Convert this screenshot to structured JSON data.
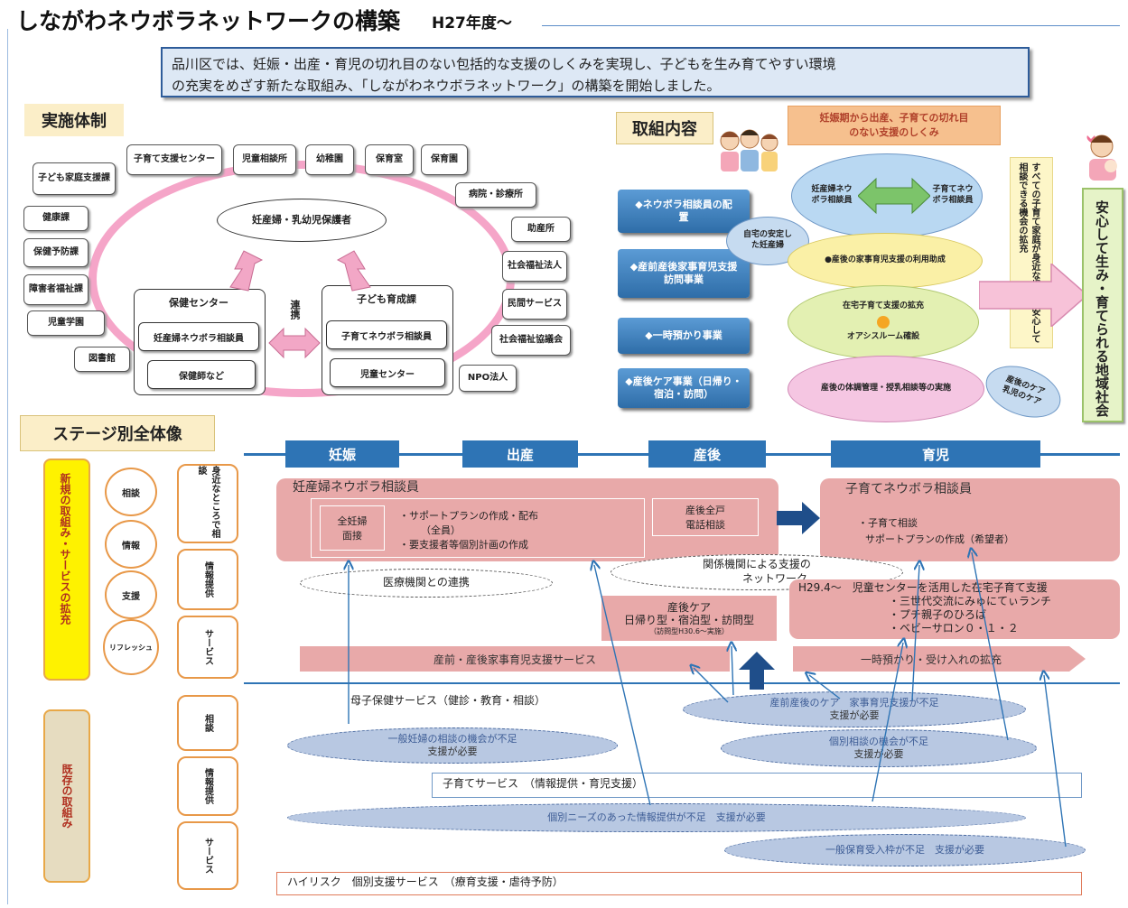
{
  "title": {
    "main": "しながわネウボラネットワークの構築",
    "sub": "H27年度～"
  },
  "intro": [
    "品川区では、妊娠・出産・育児の切れ目のない包括的な支援のしくみを実現し、子どもを生み育てやすい環境",
    "の充実をめざす新たな取組み、「しながわネウボラネットワーク」の構築を開始しました。"
  ],
  "sections": {
    "implementation": "実施体制",
    "content": "取組内容",
    "stage": "ステージ別全体像"
  },
  "implementation": {
    "center": "妊産婦・乳幼児保護者",
    "left_orgs": [
      "子ども家庭支援課",
      "健康課",
      "保健予防課",
      "障害者福祉課",
      "児童学園",
      "図書館"
    ],
    "top_orgs": [
      "子育て支援センター",
      "児童相談所",
      "幼稚園",
      "保育室",
      "保育園"
    ],
    "right_orgs": [
      "病院・診療所",
      "助産所",
      "社会福祉法人",
      "民間サービス",
      "社会福祉協議会",
      "NPO法人"
    ],
    "health_center": {
      "title": "保健センター",
      "items": [
        "妊産婦ネウボラ相談員",
        "保健師など"
      ]
    },
    "child_dept": {
      "title": "子ども育成課",
      "items": [
        "子育てネウボラ相談員",
        "児童センター"
      ]
    },
    "collab": "連携"
  },
  "content": {
    "orange_title": "妊娠期から出産、子育ての切れ目のない支援のしくみ",
    "buttons": [
      "◆ネウボラ相談員の配置",
      "◆産前産後家事育児支援訪問事業",
      "◆一時預かり事業",
      "◆産後ケア事業（日帰り・宿泊・訪問）"
    ],
    "bubble": "自宅の安定した妊産婦",
    "left_oval": "妊産婦ネウボラ相談員",
    "right_oval": "子育てネウボラ相談員",
    "yellow_oval": "●産後の家事育児支援の利用助成",
    "green_oval": [
      "在宅子育て支援の拡充",
      "オアシスルーム確設"
    ],
    "pink_oval": "産後の体調管理・授乳相談等の実施",
    "blue_bubble": "産後のケア乳児のケア",
    "vertical": "すべての子育て家庭が身近な場所で安心して相談できる機会の拡充",
    "goal": "安心して生み・育てられる地域社会"
  },
  "stage": {
    "tabs": [
      "妊娠",
      "出産",
      "産後",
      "育児"
    ],
    "new_label": "新規の取組み・サービスの拡充",
    "exist_label": "既存の取組み",
    "circles": [
      "相談",
      "情報",
      "支援",
      "リフレッシュ"
    ],
    "side_boxes_new": [
      "身近なところで相談",
      "情報提供",
      "サービス"
    ],
    "side_boxes_exist": [
      "相談",
      "情報提供",
      "サービス"
    ],
    "pregnant_counselor": {
      "title": "妊産婦ネウボラ相談員",
      "sub": [
        "全妊婦",
        "面接"
      ],
      "items": [
        "・サポートプランの作成・配布",
        "（全員）",
        "・要支援者等個別計画の作成"
      ],
      "call": [
        "産後全戸",
        "電話相談"
      ]
    },
    "child_counselor": {
      "title": "子育てネウボラ相談員",
      "items": [
        "・子育て相談",
        "サポートプランの作成（希望者）"
      ]
    },
    "network": [
      "関係機関による支援の",
      "ネットワーク"
    ],
    "medical": "医療機関との連携",
    "postnatal_care": [
      "産後ケア",
      "日帰り型・宿泊型・訪問型",
      "（訪問型H30.6～実施）"
    ],
    "h294": [
      "H29.4～　児童センターを活用した在宅子育て支援",
      "・三世代交流にみゅにてぃランチ",
      "・プチ親子のひろば",
      "・ベビーサロン０・１・２"
    ],
    "housework": "産前・産後家事育児支援サービス",
    "temp_care": "一時預かり・受け入れの拡充",
    "maternal": "母子保健サービス（健診・教育・相談）",
    "needs": [
      [
        "産前産後のケア　家事育児支援が不足",
        "支援が必要"
      ],
      [
        "一般妊婦の相談の機会が不足",
        "支援が必要"
      ],
      [
        "個別相談の機会が不足",
        "支援が必要"
      ],
      [
        "個別ニーズのあった情報提供が不足　支援が必要"
      ],
      [
        "一般保育受入枠が不足　支援が必要"
      ]
    ],
    "childcare_service": "子育てサービス　（情報提供・育児支援）",
    "highrisk": "ハイリスク　個別支援サービス　（療育支援・虐待予防）"
  }
}
